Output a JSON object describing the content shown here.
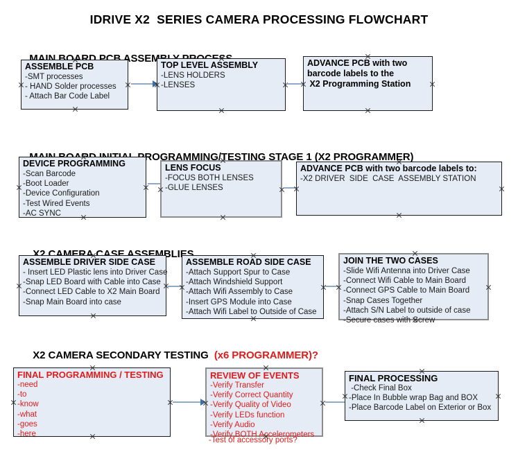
{
  "document": {
    "title": "IDRIVE X2  SERIES CAMERA PROCESSING FLOWCHART"
  },
  "colors": {
    "node_fill": "#e6ecf5",
    "node_border": "#1a1a1a",
    "selected_border": "#8c8c8c",
    "connector_line": "#8faac4",
    "connector_head": "#3d6ea8",
    "accent_red": "#e01b1b",
    "text": "#000000"
  },
  "sections": [
    {
      "heading": "MAIN BOARD PCB ASSEMBLY PROCESS",
      "heading_accent": "",
      "nodes": [
        {
          "title": "ASSEMBLE PCB",
          "lines": [
            "-SMT processes",
            "- HAND Solder processes",
            "- Attach Bar Code Label"
          ]
        },
        {
          "title": "TOP LEVEL ASSEMBLY",
          "lines": [
            "-LENS HOLDERS",
            "-LENSES"
          ]
        },
        {
          "title": "ADVANCE PCB with two",
          "lines": [
            "barcode labels to the",
            " X2 Programming Station"
          ]
        }
      ]
    },
    {
      "heading": "MAIN BOARD INITIAL PROGRAMMING/TESTING STAGE 1 (X2 PROGRAMMER)",
      "heading_accent": "",
      "nodes": [
        {
          "title": "DEVICE PROGRAMMING",
          "lines": [
            "-Scan Barcode",
            "-Boot Loader",
            "-Device Configuration",
            "-Test Wired Events",
            "-AC SYNC"
          ]
        },
        {
          "title": "LENS FOCUS",
          "lines": [
            "-FOCUS BOTH LENSES",
            "-GLUE LENSES"
          ]
        },
        {
          "title": "ADVANCE PCB with two barcode labels to:",
          "lines": [
            "-X2 DRIVER  SIDE  CASE  ASSEMBLY STATION"
          ]
        }
      ]
    },
    {
      "heading": "X2 CAMERA CASE ASSEMBLIES",
      "heading_accent": "",
      "nodes": [
        {
          "title": "ASSEMBLE DRIVER SIDE CASE",
          "lines": [
            "- Insert LED Plastic lens into Driver Case",
            "-Snap LED Board with Cable into Case",
            "-Connect LED Cable to X2 Main Board",
            "-Snap Main Board into case"
          ]
        },
        {
          "title": "ASSEMBLE ROAD SIDE CASE",
          "lines": [
            "-Attach Support Spur to Case",
            "-Attach Windshield Support",
            "-Attach Wifi Assembly to Case",
            "-Insert GPS Module into Case",
            "-Attach Wifi Label to Outside of Case"
          ]
        },
        {
          "title": "JOIN THE TWO CASES",
          "lines": [
            "-Slide Wifi Antenna into Driver Case",
            "-Connect Wifi Cable to Main Board",
            "-Connect GPS Cable to Main Board",
            "-Snap Cases Together",
            "-Attach S/N Label to outside of case",
            "-Secure cases with Screw"
          ]
        }
      ]
    },
    {
      "heading": "X2 CAMERA SECONDARY TESTING  ",
      "heading_accent": "(x6 PROGRAMMER)?",
      "nodes": [
        {
          "title": "FINAL PROGRAMMING / TESTING",
          "lines": [
            "-need",
            "-to",
            "-know",
            "-what",
            "-goes",
            "-here"
          ]
        },
        {
          "title": "REVIEW OF EVENTS",
          "lines": [
            "-Verify Transfer",
            "-Verify Correct Quantity",
            "-Verify Quality of Video",
            "-Verify LEDs function",
            "-Verify Audio",
            "-Verify BOTH Accelerometers"
          ],
          "overflow_line": "-Test of accessory ports?"
        },
        {
          "title": "FINAL PROCESSING",
          "lines": [
            " -Check Final Box",
            "-Place In Bubble wrap Bag and BOX",
            "-Place Barcode Label on Exterior or Box"
          ]
        }
      ]
    }
  ]
}
